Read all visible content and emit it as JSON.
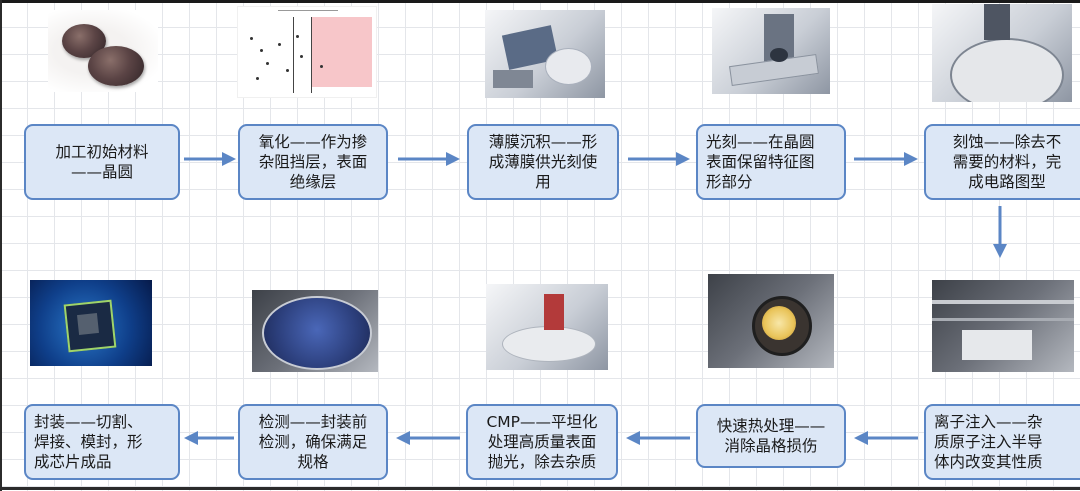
{
  "steps": [
    {
      "label": "加工初始材料\n——晶圆",
      "align": "center"
    },
    {
      "label": "氧化——作为掺\n杂阻挡层，表面\n绝缘层",
      "align": "center"
    },
    {
      "label": "薄膜沉积——形\n成薄膜供光刻使\n用",
      "align": "center"
    },
    {
      "label": "光刻——在晶圆\n表面保留特征图\n形部分",
      "align": "left"
    },
    {
      "label": "刻蚀——除去不\n需要的材料，完\n成电路图型",
      "align": "center"
    },
    {
      "label": "离子注入——杂\n质原子注入半导\n体内改变其性质",
      "align": "left"
    },
    {
      "label": "快速热处理——\n消除晶格损伤",
      "align": "center"
    },
    {
      "label": "CMP——平坦化\n处理高质量表面\n抛光，除去杂质",
      "align": "center"
    },
    {
      "label": "检测——封装前\n检测，确保满足\n规格",
      "align": "center"
    },
    {
      "label": "封装——切割、\n焊接、模封，形\n成芯片成品",
      "align": "left"
    }
  ],
  "colors": {
    "box_fill": "#dce7f6",
    "box_border": "#5b86c5",
    "arrow": "#5b86c5"
  }
}
